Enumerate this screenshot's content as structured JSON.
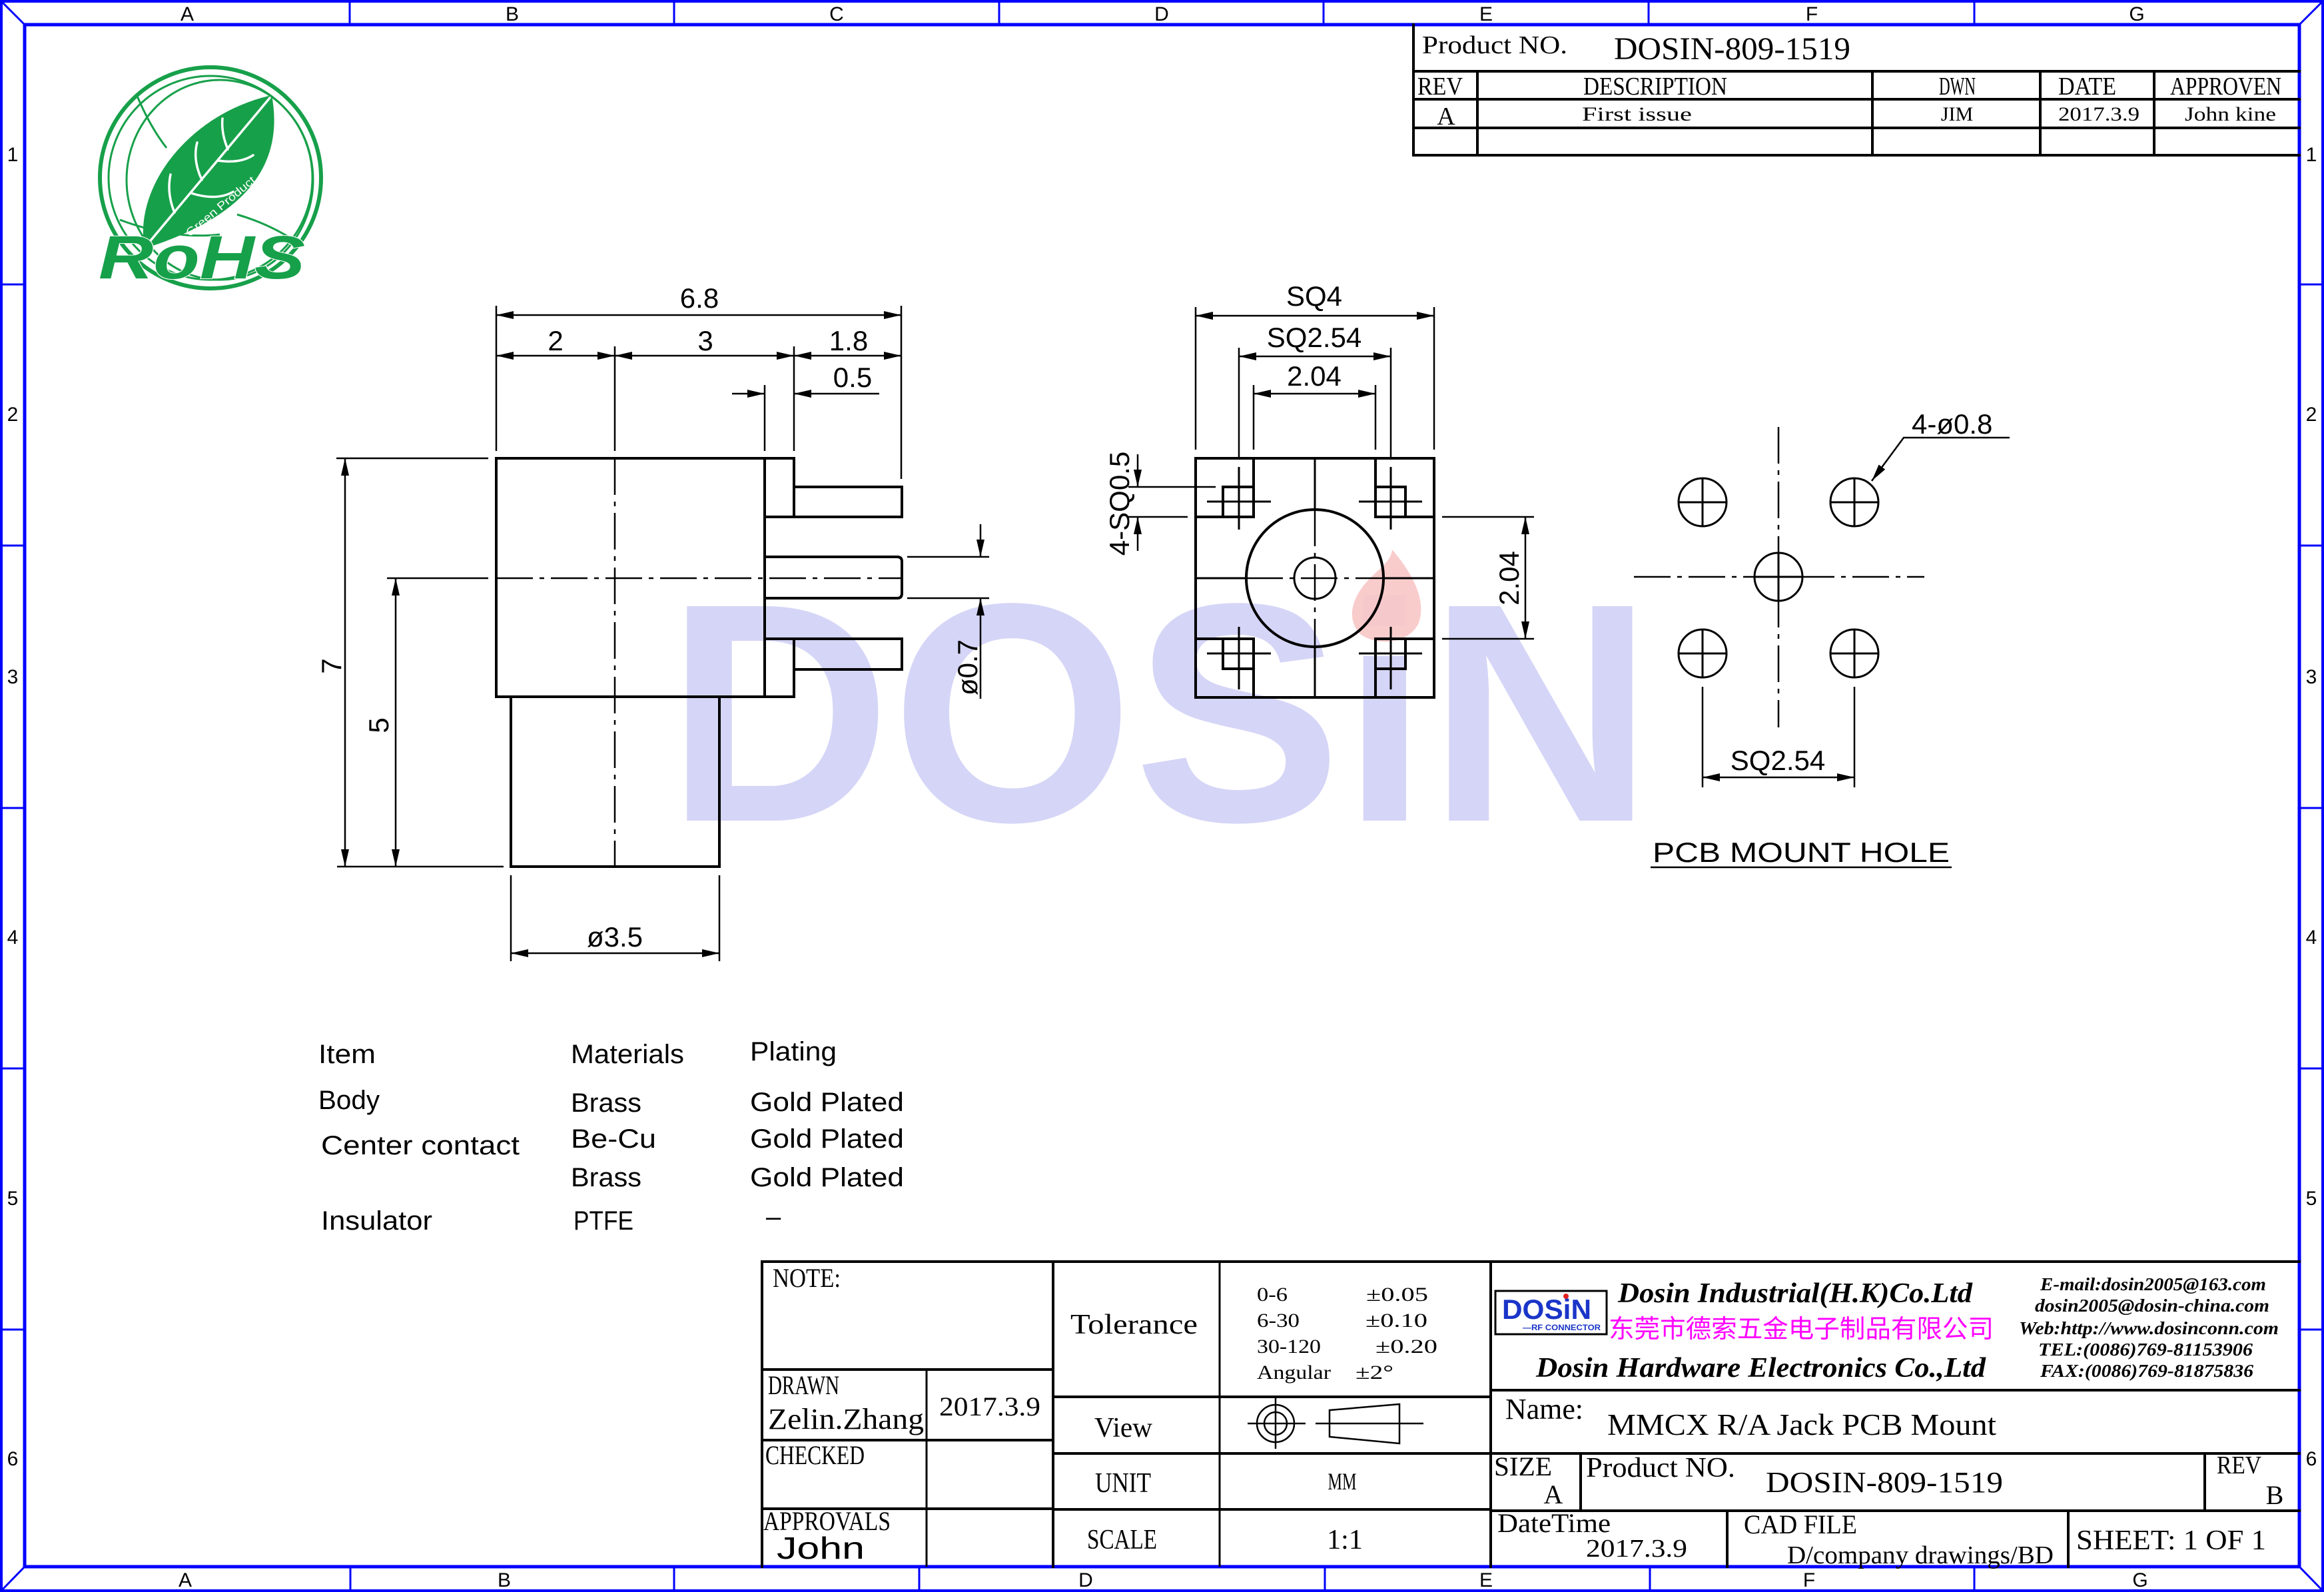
{
  "frame": {
    "border_color": "#0000ff",
    "columns_top": [
      "A",
      "B",
      "C",
      "D",
      "E",
      "F",
      "G"
    ],
    "columns_bottom": [
      "A",
      "B",
      "D",
      "E",
      "F",
      "G"
    ],
    "rows": [
      "1",
      "2",
      "3",
      "4",
      "5",
      "6"
    ]
  },
  "rohs_logo": {
    "title": "RoHS",
    "subtitle": "Green Product",
    "color": "#17a04a"
  },
  "watermark": {
    "text": "DOSiN",
    "color": "#d5d5f7",
    "flame_color": "#f8c6c6"
  },
  "revision_block": {
    "product_no_label": "Product NO.",
    "product_no": "DOSIN-809-1519",
    "headers": [
      "REV",
      "DESCRIPTION",
      "DWN",
      "DATE",
      "APPROVEN"
    ],
    "rows": [
      {
        "rev": "A",
        "description": "First issue",
        "dwn": "JIM",
        "date": "2017.3.9",
        "approven": "John kine"
      },
      {
        "rev": "",
        "description": "",
        "dwn": "",
        "date": "",
        "approven": ""
      }
    ]
  },
  "side_view": {
    "dim_overall_length": "6.8",
    "dim_flange": "2",
    "dim_body": "3",
    "dim_pin_length": "1.8",
    "dim_step": "0.5",
    "dim_total_height": "7",
    "dim_center_height": "5",
    "dim_pin_diameter": "ø0.7",
    "dim_base_diameter": "ø3.5"
  },
  "front_view": {
    "dim_outer": "SQ4",
    "dim_pin_square": "SQ2.54",
    "dim_pin_span": "2.04",
    "dim_pad": "4-SQ0.5",
    "dim_pin_span_vertical": "2.04"
  },
  "pcb_mount_hole": {
    "callout": "4-ø0.8",
    "dim_spacing": "SQ2.54",
    "title": "PCB MOUNT HOLE"
  },
  "materials_table": {
    "headers": {
      "item": "Item",
      "material": "Materials",
      "plating": "Plating"
    },
    "rows": [
      {
        "item": "Body",
        "material": "Brass",
        "plating": "Gold  Plated"
      },
      {
        "item": "Center contact",
        "material": "Be-Cu",
        "plating": "Gold  Plated"
      },
      {
        "item": "",
        "material": "Brass",
        "plating": "Gold  Plated"
      },
      {
        "item": "Insulator",
        "material": "PTFE",
        "plating": "–"
      }
    ]
  },
  "title_block": {
    "note_label": "NOTE:",
    "drawn_label": "DRAWN",
    "drawn_by": "Zelin.Zhang",
    "drawn_date": "2017.3.9",
    "checked_label": "CHECKED",
    "approvals_label": "APPROVALS",
    "approved_by": "John",
    "tolerance_label": "Tolerance",
    "tolerances": [
      {
        "range": "0-6",
        "value": "±0.05"
      },
      {
        "range": "6-30",
        "value": "±0.10"
      },
      {
        "range": "30-120",
        "value": "±0.20"
      },
      {
        "range": "Angular",
        "value": "±2°"
      }
    ],
    "view_label": "View",
    "unit_label": "UNIT",
    "unit": "MM",
    "scale_label": "SCALE",
    "scale": "1:1",
    "company": {
      "logo_text": "DOSiN",
      "logo_subtext": "—RF CONNECTOR",
      "logo_color": "#1a35c8",
      "name_hk": "Dosin Industrial(H.K)Co.Ltd",
      "name_cn": "东莞市德索五金电子制品有限公司",
      "name_cn_color": "#ff00ff",
      "name_hw": "Dosin Hardware Electronics  Co.,Ltd",
      "email_1": "E-mail:dosin2005@163.com",
      "email_2": "dosin2005@dosin-china.com",
      "web": "Web:http://www.dosinconn.com",
      "tel": "TEL:(0086)769-81153906",
      "fax": "FAX:(0086)769-81875836"
    },
    "name_label": "Name:",
    "name": "MMCX R/A Jack PCB Mount",
    "size_label": "SIZE",
    "size": "A",
    "product_no_label": "Product NO.",
    "product_no": "DOSIN-809-1519",
    "rev_label": "REV",
    "rev": "B",
    "datetime_label": "DateTime",
    "datetime": "2017.3.9",
    "cad_file_label": "CAD FILE",
    "cad_file": "D/company drawings/BD",
    "sheet": "SHEET:  1 OF 1"
  }
}
